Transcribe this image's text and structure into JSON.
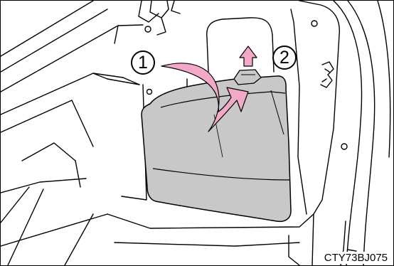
{
  "illustration": {
    "step_labels": [
      "1",
      "2"
    ],
    "figure_code": "CTY73BJ075",
    "colors": {
      "outline": "#000000",
      "cover_panel": "#c8c8c8",
      "arrow": "#f2a9c8",
      "background": "#ffffff"
    }
  }
}
